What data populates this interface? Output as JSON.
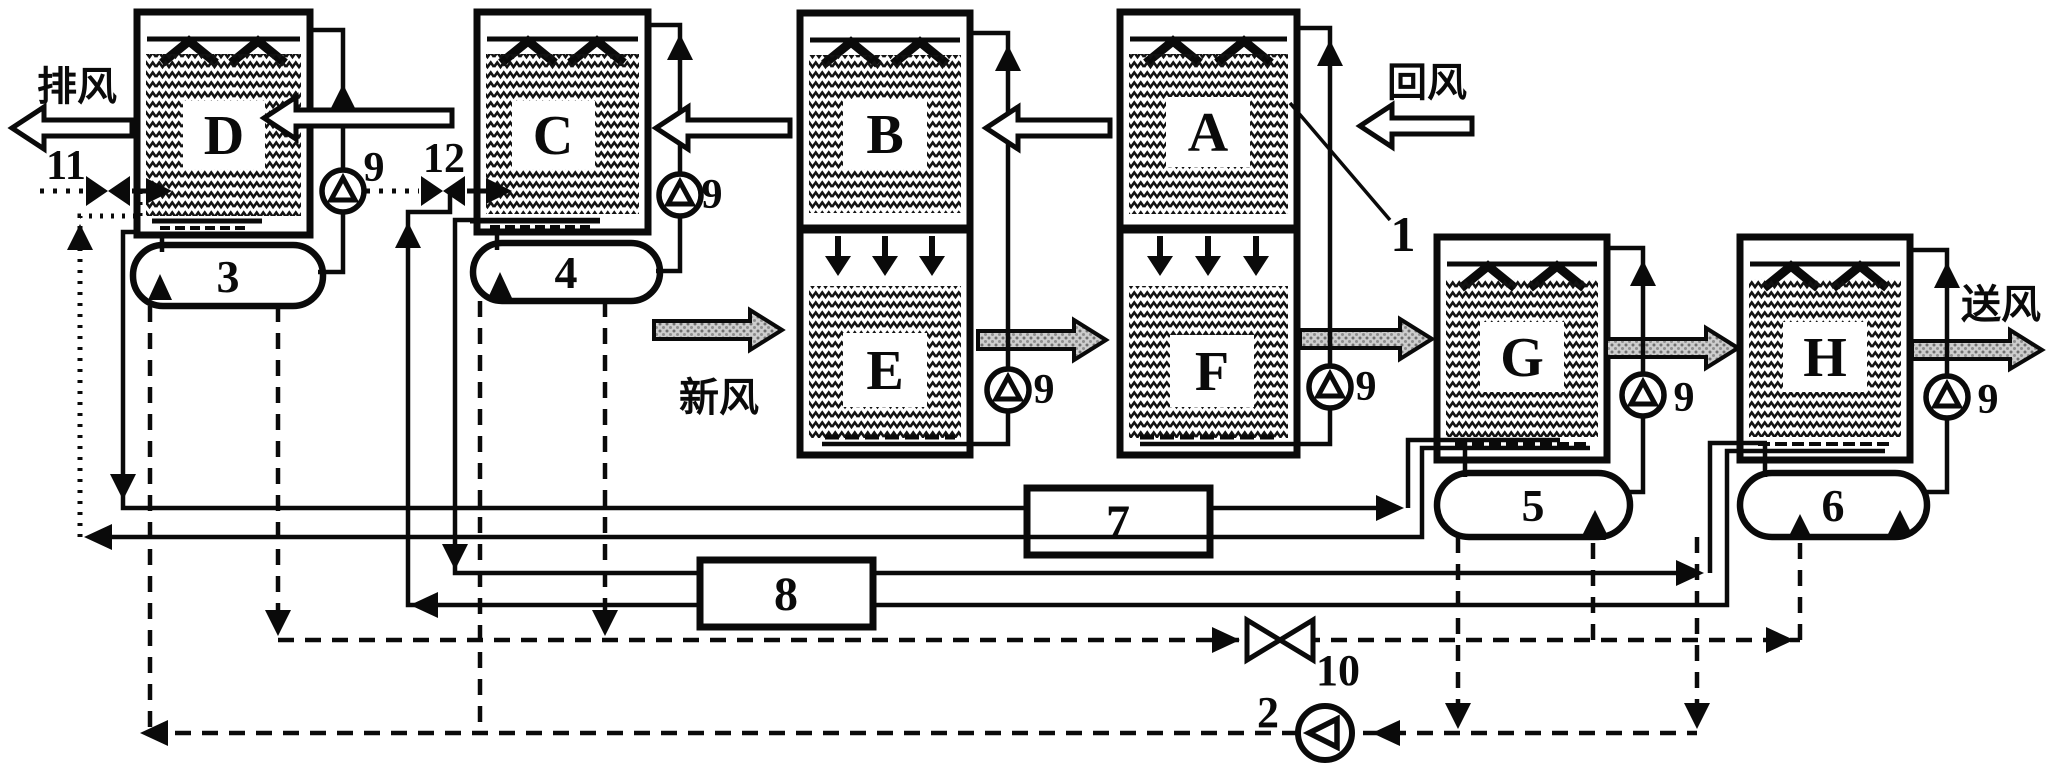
{
  "labels": {
    "exhaust_air": "排风",
    "return_air": "回风",
    "fresh_air": "新风",
    "supply_air": "送风",
    "unit_a": "A",
    "unit_b": "B",
    "unit_c": "C",
    "unit_d": "D",
    "unit_e": "E",
    "unit_f": "F",
    "unit_g": "G",
    "unit_h": "H",
    "tank_3": "3",
    "tank_4": "4",
    "tank_5": "5",
    "tank_6": "6",
    "hx_7": "7",
    "hx_8": "8",
    "pump_9": "9",
    "pump_2": "2",
    "valve_10": "10",
    "valve_11": "11",
    "valve_12": "12",
    "callout_1": "1"
  }
}
